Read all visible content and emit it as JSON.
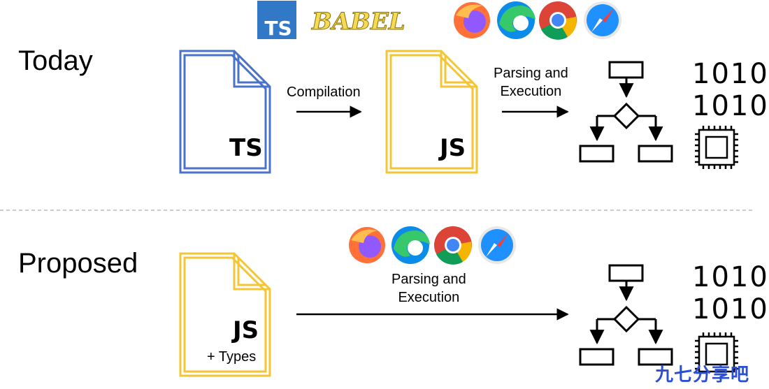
{
  "today": {
    "title": "Today",
    "source_file_label": "TS",
    "compiled_file_label": "JS",
    "compile_step_label": "Compilation",
    "execute_step_label": "Parsing and\nExecution",
    "compiler_logos": [
      {
        "name": "TypeScript",
        "text": "TS",
        "color": "#3178c6"
      },
      {
        "name": "Babel",
        "text": "BABEL",
        "color": "#f5da55"
      }
    ],
    "browser_icons": [
      "firefox-icon",
      "edge-icon",
      "chrome-icon",
      "safari-icon"
    ],
    "binary_label": "1010\n1010"
  },
  "proposed": {
    "title": "Proposed",
    "source_file_label": "JS",
    "source_file_sublabel": "+ Types",
    "execute_step_label": "Parsing and\nExecution",
    "browser_icons": [
      "firefox-icon",
      "edge-icon",
      "chrome-icon",
      "safari-icon"
    ],
    "binary_label": "1010\n1010"
  },
  "watermark": "九七分享吧",
  "colors": {
    "ts_blue": "#4a72c9",
    "js_yellow": "#f4c534",
    "divider": "#bbbbbb"
  }
}
